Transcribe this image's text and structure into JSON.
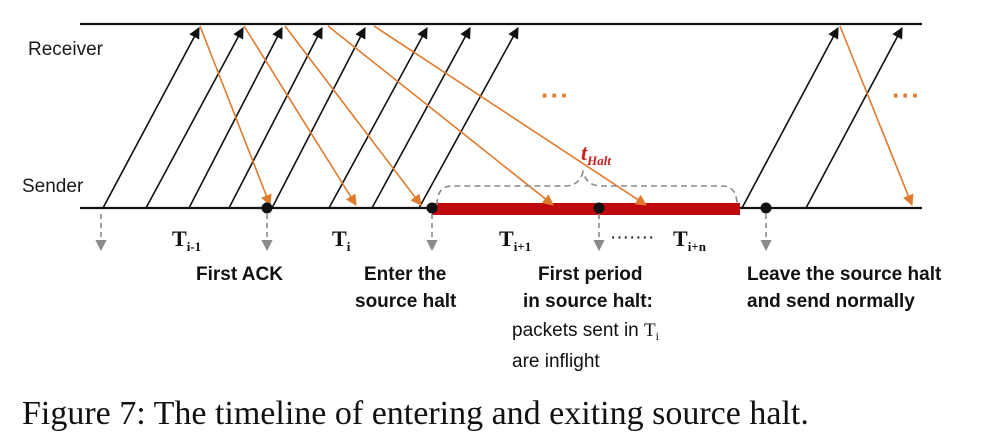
{
  "labels": {
    "receiver": "Receiver",
    "sender": "Sender"
  },
  "periods": [
    {
      "main": "T",
      "sub": "i-1"
    },
    {
      "main": "T",
      "sub": "i"
    },
    {
      "main": "T",
      "sub": "i+1"
    },
    {
      "main": "T",
      "sub": "i+n"
    }
  ],
  "period_gap": "·······",
  "t_halt": {
    "main": "t",
    "sub": "Halt"
  },
  "ellipsis": "···",
  "annotations": {
    "first_ack": "First ACK",
    "enter_line1": "Enter the",
    "enter_line2": "source halt",
    "first_period_line1": "First period",
    "first_period_line2": "in source halt:",
    "inflight_line1_prefix": "packets sent in ",
    "inflight_symbol": "T",
    "inflight_sub": "i",
    "inflight_line2": "are inflight",
    "leave_line1": "Leave the source halt",
    "leave_line2": "and send normally"
  },
  "caption": "Figure 7: The timeline of entering and exiting source halt.",
  "colors": {
    "data_packet": "#111111",
    "ack": "#e07a2c",
    "halt_bar": "#c0090c",
    "t_halt": "#c81e1e",
    "guide": "#8a8a8a"
  }
}
